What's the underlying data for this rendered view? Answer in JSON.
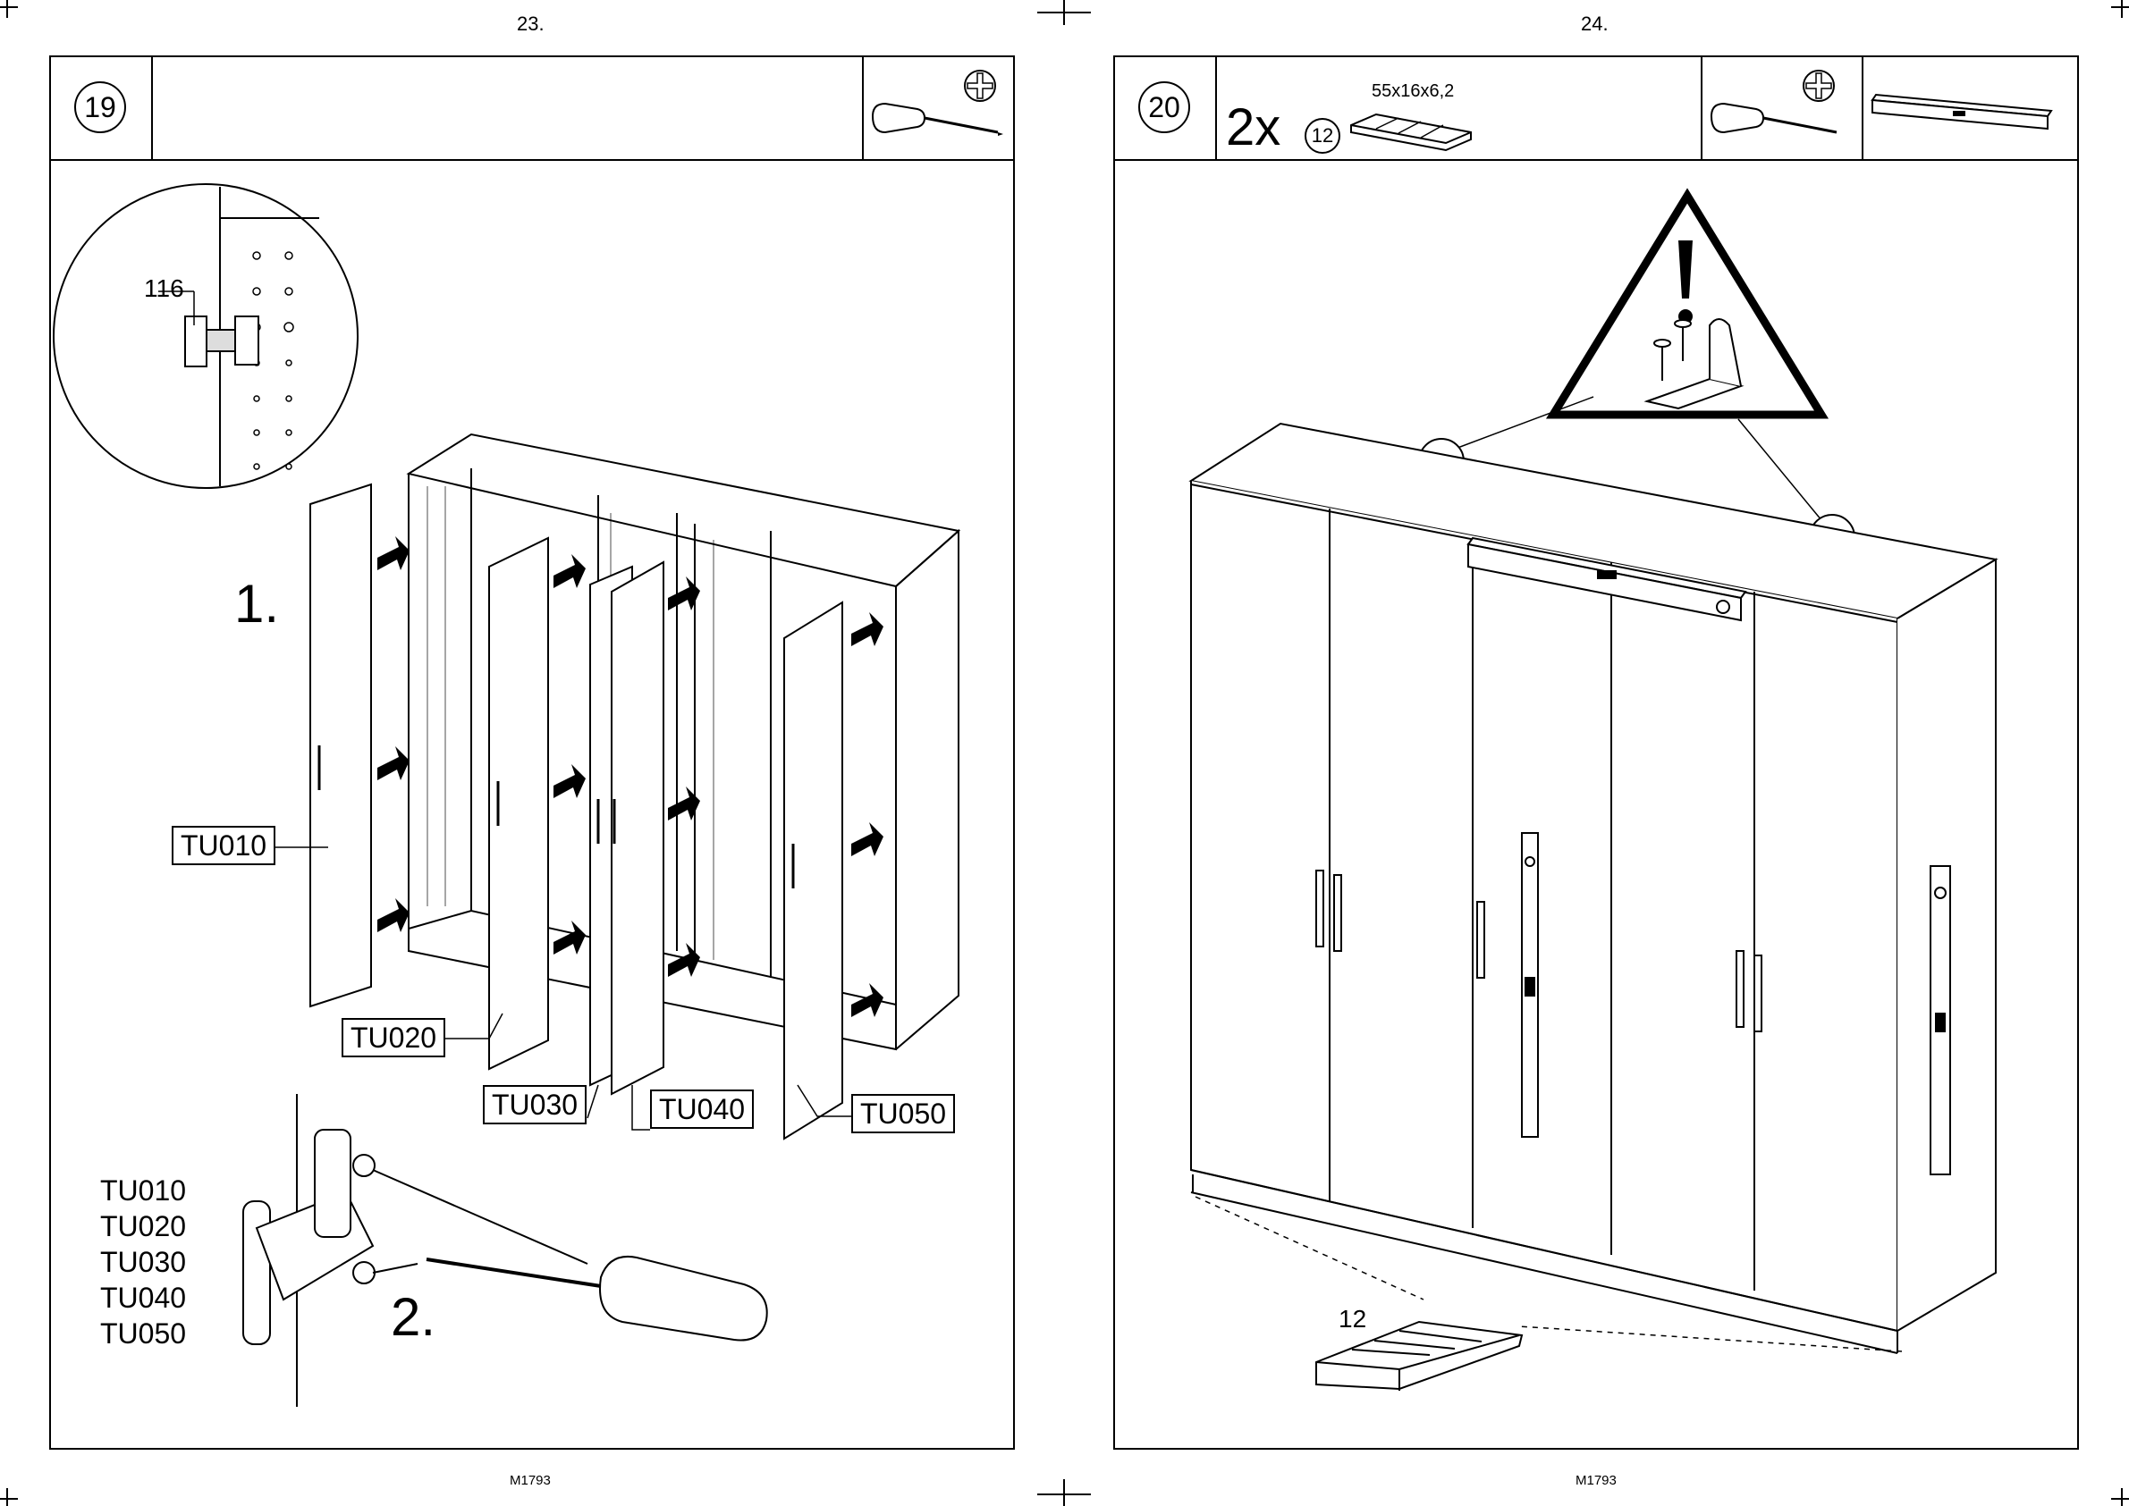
{
  "pages": [
    {
      "number": "23.",
      "footer": "M1793",
      "step": "19"
    },
    {
      "number": "24.",
      "footer": "M1793",
      "step": "20"
    }
  ],
  "step19": {
    "detail_label": "116",
    "sub_step_1": "1.",
    "sub_step_2": "2.",
    "door_labels": [
      "TU010",
      "TU020",
      "TU030",
      "TU040",
      "TU050"
    ],
    "list_labels": [
      "TU010",
      "TU020",
      "TU030",
      "TU040",
      "TU050"
    ]
  },
  "step20": {
    "quantity": "2x",
    "part_number": "12",
    "part_dims": "55x16x6,2",
    "bottom_label": "12"
  },
  "icons": [
    "screwdriver-icon",
    "phillips-head-icon",
    "spirit-level-icon",
    "warning-triangle-icon"
  ]
}
